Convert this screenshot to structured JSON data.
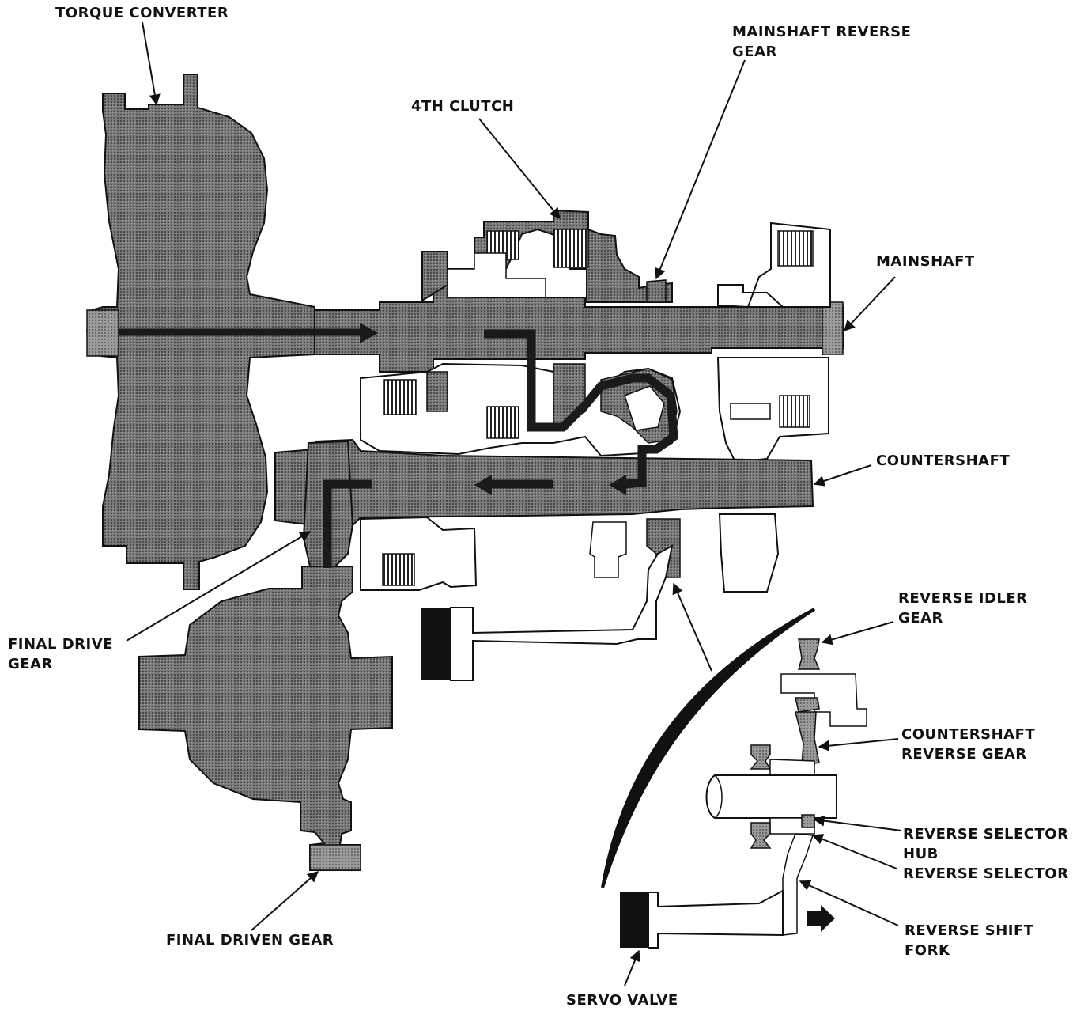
{
  "colors": {
    "background": "#ffffff",
    "ink": "#111111",
    "shaded_part": "#6e6e6e",
    "shaded_part_light": "#8c8c8c",
    "power_flow": "#1a1a1a"
  },
  "labels": {
    "torque_converter": "TORQUE CONVERTER",
    "mainshaft_reverse_gear": [
      "MAINSHAFT REVERSE",
      "GEAR"
    ],
    "fourth_clutch": "4TH CLUTCH",
    "mainshaft": "MAINSHAFT",
    "countershaft": "COUNTERSHAFT",
    "final_drive_gear": [
      "FINAL DRIVE",
      "GEAR"
    ],
    "final_driven_gear": "FINAL DRIVEN GEAR",
    "reverse_idler_gear": [
      "REVERSE IDLER",
      "GEAR"
    ],
    "countershaft_reverse_gear": [
      "COUNTERSHAFT",
      "REVERSE GEAR"
    ],
    "reverse_selector_hub": [
      "REVERSE SELECTOR",
      "HUB"
    ],
    "reverse_selector": "REVERSE SELECTOR",
    "reverse_shift_fork": [
      "REVERSE SHIFT",
      "FORK"
    ],
    "servo_valve": "SERVO VALVE"
  },
  "icons": {
    "power_flow_arrow": "arrow-right-icon",
    "shift_direction_arrow": "arrow-right-icon"
  }
}
